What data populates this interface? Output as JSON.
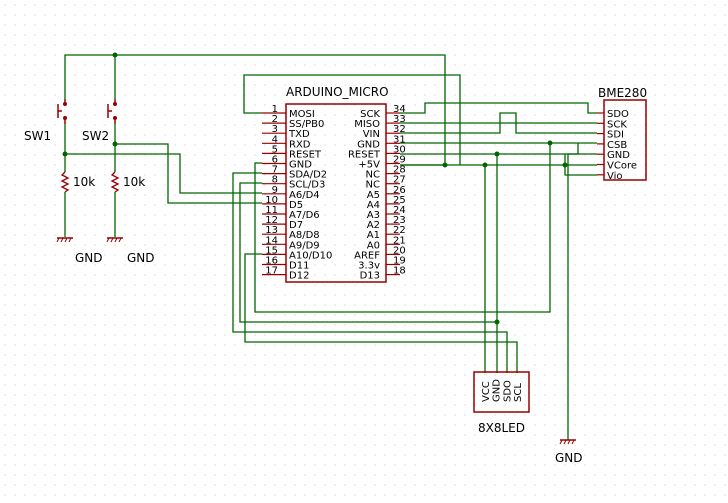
{
  "arduino": {
    "title": "ARDUINO_MICRO",
    "left_pins": [
      {
        "num": "1",
        "name": "MOSI"
      },
      {
        "num": "2",
        "name": "SS/PB0"
      },
      {
        "num": "3",
        "name": "TXD"
      },
      {
        "num": "4",
        "name": "RXD"
      },
      {
        "num": "5",
        "name": "RESET"
      },
      {
        "num": "6",
        "name": "GND"
      },
      {
        "num": "7",
        "name": "SDA/D2"
      },
      {
        "num": "8",
        "name": "SCL/D3"
      },
      {
        "num": "9",
        "name": "A6/D4"
      },
      {
        "num": "10",
        "name": "D5"
      },
      {
        "num": "11",
        "name": "A7/D6"
      },
      {
        "num": "12",
        "name": "D7"
      },
      {
        "num": "13",
        "name": "A8/D8"
      },
      {
        "num": "14",
        "name": "A9/D9"
      },
      {
        "num": "15",
        "name": "A10/D10"
      },
      {
        "num": "16",
        "name": "D11"
      },
      {
        "num": "17",
        "name": "D12"
      }
    ],
    "right_pins": [
      {
        "num": "34",
        "name": "SCK"
      },
      {
        "num": "33",
        "name": "MISO"
      },
      {
        "num": "32",
        "name": "VIN"
      },
      {
        "num": "31",
        "name": "GND"
      },
      {
        "num": "30",
        "name": "RESET"
      },
      {
        "num": "29",
        "name": "+5V"
      },
      {
        "num": "28",
        "name": "NC"
      },
      {
        "num": "27",
        "name": "NC"
      },
      {
        "num": "26",
        "name": "A5"
      },
      {
        "num": "25",
        "name": "A4"
      },
      {
        "num": "24",
        "name": "A3"
      },
      {
        "num": "23",
        "name": "A2"
      },
      {
        "num": "22",
        "name": "A1"
      },
      {
        "num": "21",
        "name": "A0"
      },
      {
        "num": "20",
        "name": "AREF"
      },
      {
        "num": "19",
        "name": "3.3v"
      },
      {
        "num": "18",
        "name": "D13"
      }
    ]
  },
  "bme280": {
    "title": "BME280",
    "pins": [
      "SDO",
      "SCK",
      "SDI",
      "CSB",
      "GND",
      "VCore",
      "Vio"
    ]
  },
  "led": {
    "title": "8X8LED",
    "pins": [
      "VCC",
      "GND",
      "SDO",
      "SCL"
    ]
  },
  "switches": [
    {
      "ref": "SW1",
      "resistor": "10k",
      "gnd": "GND"
    },
    {
      "ref": "SW2",
      "resistor": "10k",
      "gnd": "GND"
    }
  ],
  "gnd_right": "GND",
  "colors": {
    "wire": "#006600",
    "part": "#990000",
    "grid": "#c8c8c8",
    "text": "#000000"
  }
}
